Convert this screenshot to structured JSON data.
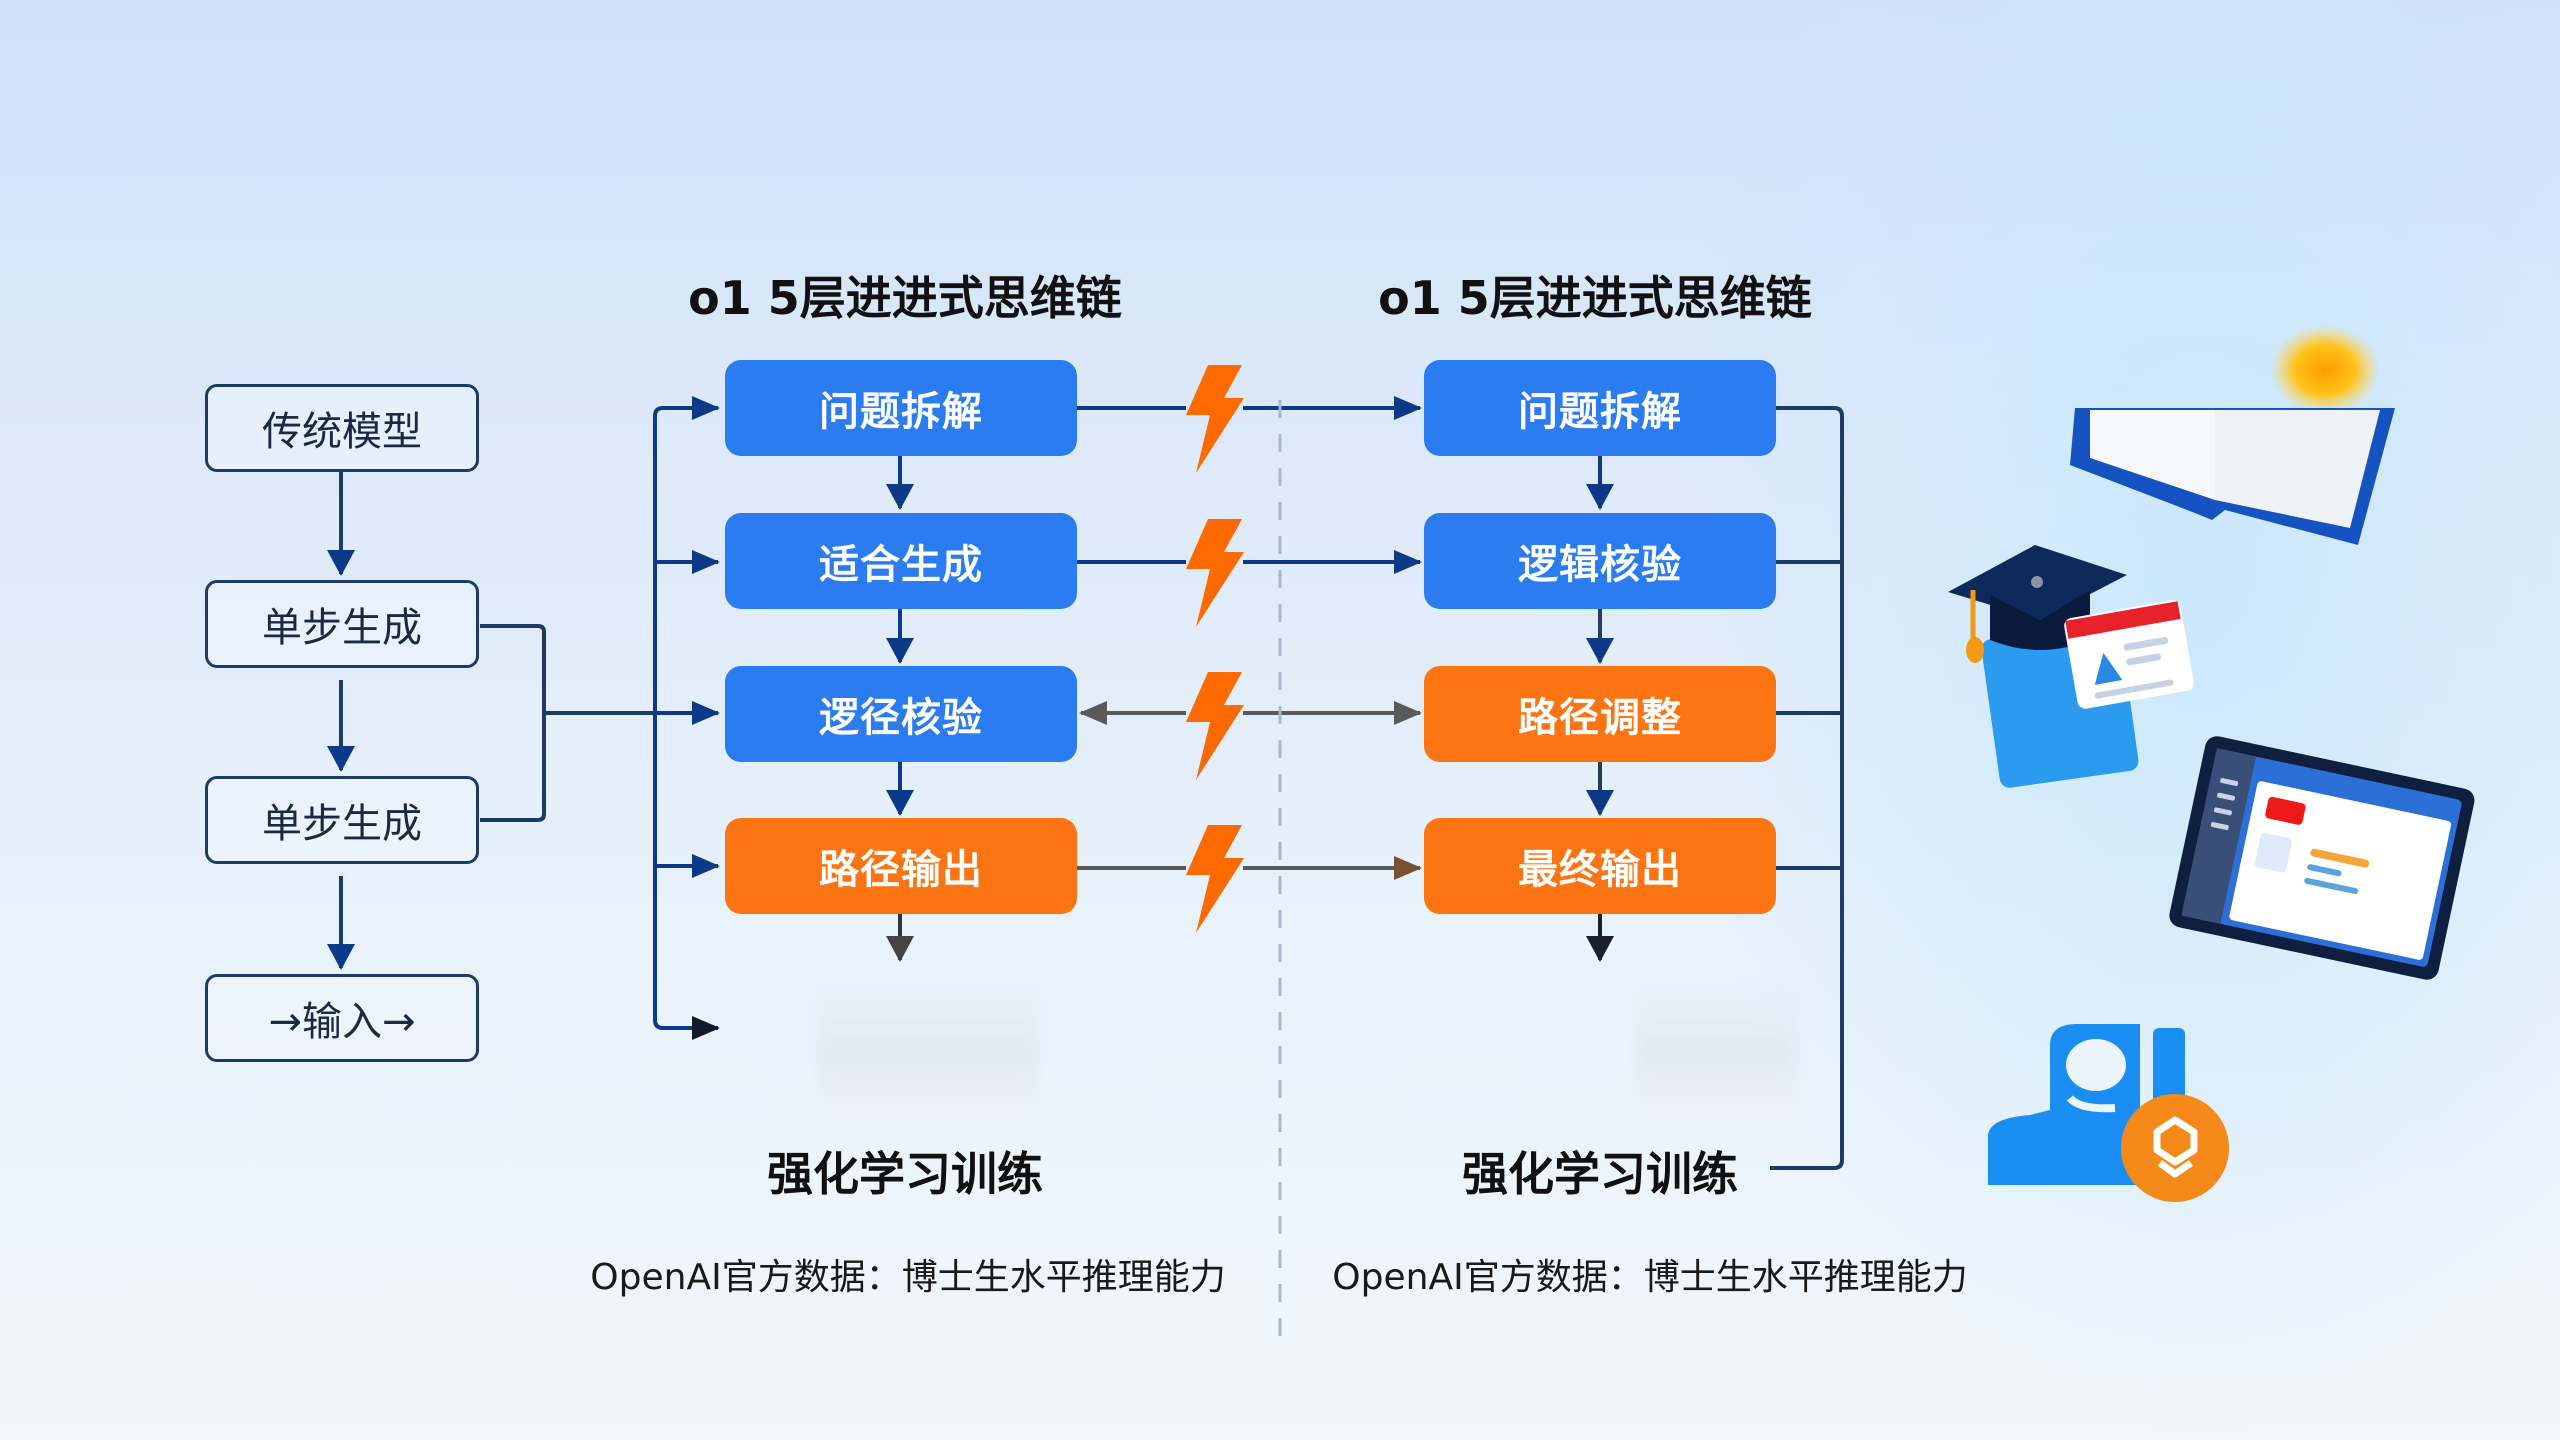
{
  "traditional": {
    "items": [
      {
        "label": "传统模型"
      },
      {
        "label": "单步生成"
      },
      {
        "label": "单步生成"
      },
      {
        "label": "→输入→"
      }
    ]
  },
  "columns": [
    {
      "title": "o1 5层进进式思维链",
      "steps": [
        {
          "label": "问题拆解",
          "color": "blue"
        },
        {
          "label": "适合生成",
          "color": "blue"
        },
        {
          "label": "逻径核验",
          "color": "blue"
        },
        {
          "label": "路径输出",
          "color": "orange"
        }
      ],
      "footer": "强化学习训练",
      "caption": "OpenAI官方数据：博士生水平推理能力"
    },
    {
      "title": "o1 5层进进式思维链",
      "steps": [
        {
          "label": "问题拆解",
          "color": "blue"
        },
        {
          "label": "逻辑核验",
          "color": "blue"
        },
        {
          "label": "路径调整",
          "color": "orange"
        },
        {
          "label": "最终输出",
          "color": "orange"
        }
      ],
      "footer": "强化学习训练",
      "caption": "OpenAI官方数据：博士生水平推理能力"
    }
  ],
  "connectors": {
    "lightning_count": 4,
    "row_arrows": [
      "right",
      "right",
      "both",
      "right"
    ]
  },
  "illustrations": [
    "open-book-icon",
    "lightbulb-glow-icon",
    "graduation-cap-icon",
    "presentation-board-icon",
    "laptop-dashboard-icon",
    "user-badge-icon"
  ],
  "colors": {
    "blue": "#2a7cf0",
    "orange": "#fd7512",
    "navy": "#1e3a66",
    "lightning": "#ff6a00",
    "arrow_gray": "#5a5a5a"
  }
}
